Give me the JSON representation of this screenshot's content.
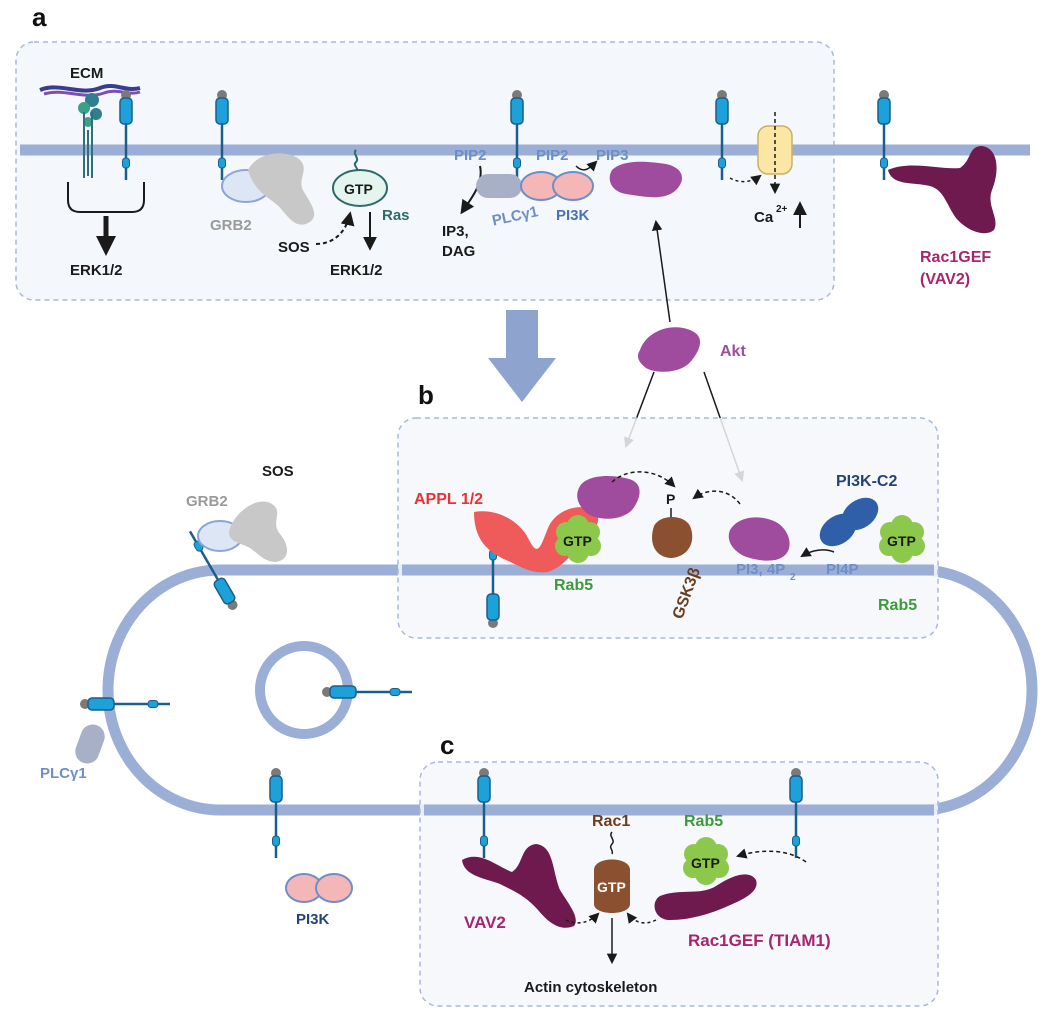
{
  "panels": {
    "a": "a",
    "b": "b",
    "c": "c"
  },
  "panel_a": {
    "ecm": "ECM",
    "erk_left": "ERK1/2",
    "grb2": "GRB2",
    "sos": "SOS",
    "gtp": "GTP",
    "ras": "Ras",
    "erk_ras": "ERK1/2",
    "pip2_left": "PIP2",
    "ip3": "IP3,",
    "dag": "DAG",
    "plcg1": "PLCγ1",
    "pip2_right": "PIP2",
    "pip3": "PIP3",
    "pi3k": "PI3K",
    "ca": "Ca",
    "ca_sup": "2+",
    "rac1gef": "Rac1GEF",
    "vav2": "(VAV2)"
  },
  "akt": "Akt",
  "panel_b": {
    "appl": "APPL 1/2",
    "gtp_left": "GTP",
    "rab5_left": "Rab5",
    "p": "P",
    "gsk3b": "GSK3β",
    "pi34p2": "PI3, 4P",
    "pi34p2_sub": "2",
    "pi4p": "PI4P",
    "pi3kc2": "PI3K-C2",
    "gtp_right": "GTP",
    "rab5_right": "Rab5"
  },
  "endosome": {
    "grb2": "GRB2",
    "sos": "SOS",
    "plcg1": "PLCγ1",
    "pi3k": "PI3K"
  },
  "panel_c": {
    "rac1": "Rac1",
    "gtp_rac1": "GTP",
    "rab5": "Rab5",
    "gtp_rab5": "GTP",
    "vav2": "VAV2",
    "rac1gef_tiam1": "Rac1GEF (TIAM1)",
    "actin": "Actin cytoskeleton"
  },
  "colors": {
    "membrane": "#9aaed6",
    "panel_bg": "#f4f7fc",
    "panel_border": "#a9b9d9",
    "receptor": "#1da1d8",
    "receptor_stroke": "#1a5f8a",
    "akt_purple": "#a04c9e",
    "rac_gef": "#6e1a4f",
    "rab5_green": "#8cc84b",
    "gsk_brown": "#8a5030",
    "appl_red": "#ef5a5a",
    "pi3k_pink": "#f4b6b6",
    "pi3kc2_blue": "#2f5fa8",
    "grey_protein": "#c8c8c8",
    "plc_grey": "#a8b0c8",
    "channel_yellow": "#fbe6a3"
  }
}
